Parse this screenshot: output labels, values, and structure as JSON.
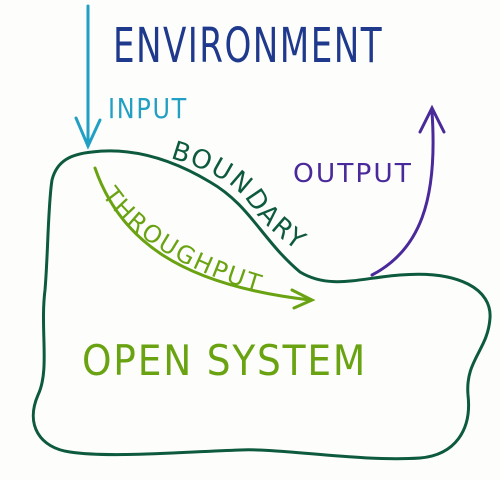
{
  "diagram": {
    "environment_label": "Environment",
    "input_label": "Input",
    "boundary_label": "Boundary",
    "throughput_label": "Throughput",
    "output_label": "Output",
    "system_label": "Open System"
  },
  "colors": {
    "environment": "#1f3a8c",
    "input": "#21a0c4",
    "boundary": "#0d5a3e",
    "throughput": "#6aa312",
    "output": "#4a2a9a",
    "system": "#6aa312",
    "background": "#fdfdfc"
  },
  "icons": {
    "input_arrow": "arrow-down",
    "output_arrow": "arrow-up",
    "throughput_arrow": "arrow-right"
  }
}
